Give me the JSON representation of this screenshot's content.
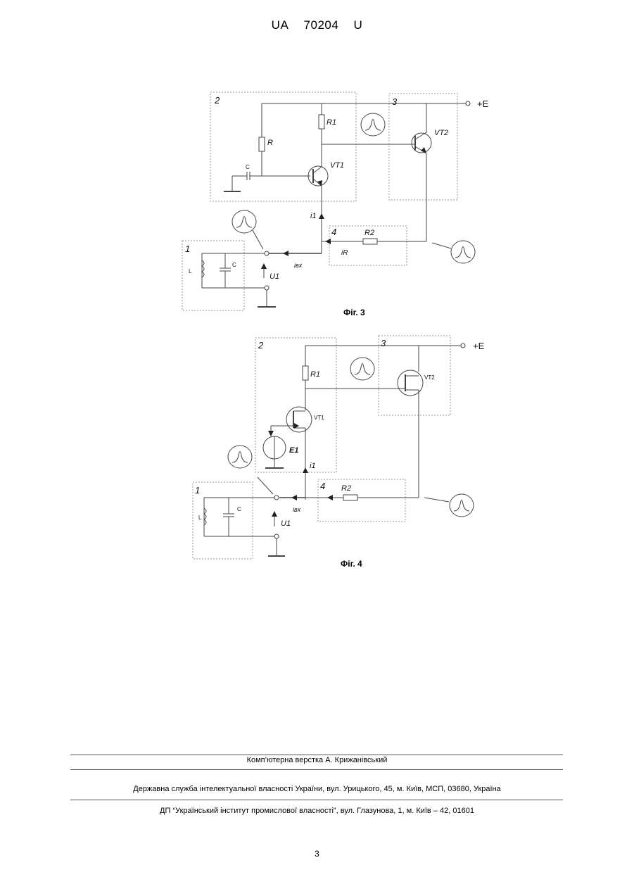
{
  "header": {
    "doc_prefix": "UA",
    "doc_number": "70204",
    "doc_kind": "U"
  },
  "fig3": {
    "caption": "Фіг. 3",
    "labels": {
      "block1": "1",
      "block2": "2",
      "block3": "3",
      "block4": "4",
      "supply": "+E",
      "r": "R",
      "r1": "R1",
      "r2": "R2",
      "c_block2": "C",
      "vt1": "VT1",
      "vt2": "VT2",
      "l": "L",
      "c_block1": "C",
      "i1": "i1",
      "ibx": "iвх",
      "ir": "iR",
      "u1": "U1"
    }
  },
  "fig4": {
    "caption": "Фіг. 4",
    "labels": {
      "block1": "1",
      "block2": "2",
      "block3": "3",
      "block4": "4",
      "supply": "+E",
      "r1": "R1",
      "r2": "R2",
      "vt1": "VT1",
      "vt2": "VT2",
      "e1": "E1",
      "l": "L",
      "c_block1": "C",
      "i1": "i1",
      "ibx": "iвх",
      "u1": "U1"
    }
  },
  "footer": {
    "layout": "Комп’ютерна верстка А. Крижанівський",
    "service": "Державна служба інтелектуальної власності України, вул. Урицького, 45, м. Київ, МСП, 03680, Україна",
    "institute": "ДП “Український інститут промислової власності”, вул. Глазунова, 1, м. Київ – 42, 01601"
  },
  "page_number": "3"
}
